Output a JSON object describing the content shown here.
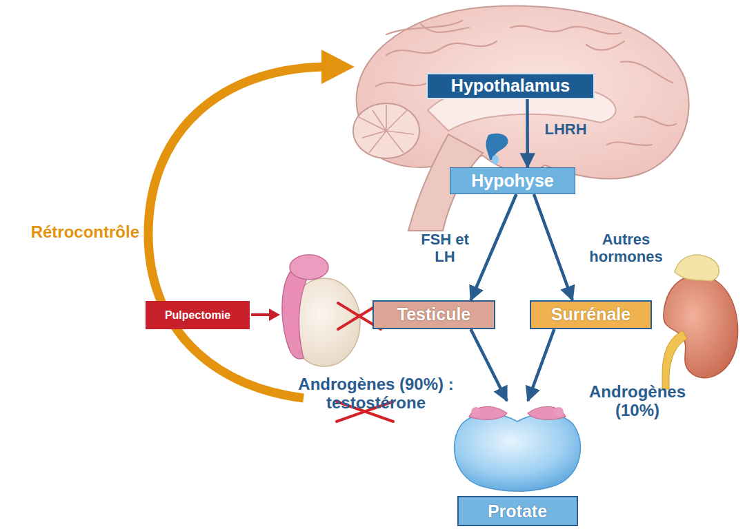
{
  "diagram": {
    "nodes": [
      {
        "text": [
          "Hypothalamus"
        ]
      },
      {
        "text": [
          "Hypohyse"
        ]
      },
      {
        "text": [
          "Pulpectomie"
        ]
      },
      {
        "text": [
          "Testicule"
        ]
      },
      {
        "text": [
          "Surrénale"
        ]
      },
      {
        "text": [
          "Protate"
        ]
      }
    ],
    "edges": [
      {
        "from": 0,
        "to": 1,
        "arrow": "to",
        "label": "LHRH"
      },
      {
        "from": 1,
        "to": 3,
        "arrow": "to",
        "label": "FSH et LH"
      },
      {
        "from": 1,
        "to": 4,
        "arrow": "to",
        "label": "Autres hormones"
      },
      {
        "from": 3,
        "to": 5,
        "arrow": "to"
      },
      {
        "from": 4,
        "to": 5,
        "arrow": "to"
      }
    ],
    "labels": [
      "Rétrocontrôle",
      "Androgènes (90%) : testostérone",
      "Androgènes (10%)"
    ]
  }
}
